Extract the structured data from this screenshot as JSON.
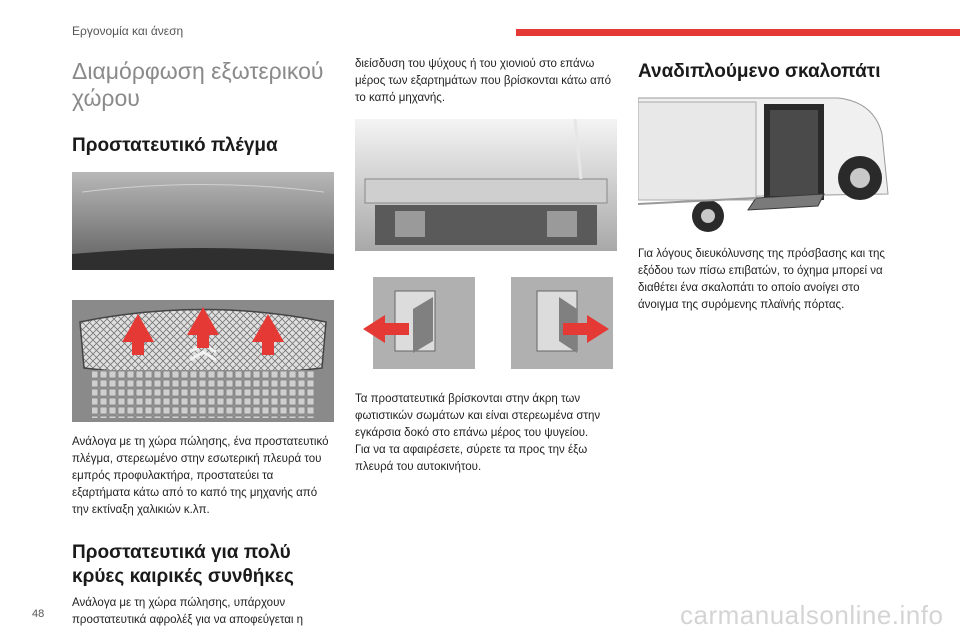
{
  "header": {
    "section": "Εργονομία και άνεση"
  },
  "col1": {
    "title": "Διαμόρφωση εξωτερικού χώρου",
    "grille_heading": "Προστατευτικό πλέγμα",
    "grille_text": "Ανάλογα με τη χώρα πώλησης, ένα προστατευτικό πλέγμα, στερεωμένο στην εσωτερική πλευρά του εμπρός προφυλακτήρα, προστατεύει τα εξαρτήματα κάτω από το καπό της μηχανής από την εκτίναξη χαλικιών κ.λπ.",
    "winter_heading": "Προστατευτικά για πολύ κρύες καιρικές συνθήκες",
    "winter_text": "Ανάλογα με τη χώρα πώλησης, υπάρχουν προστατευτικά αφρολέξ για να αποφεύγεται η"
  },
  "col2": {
    "top_text": "διείσδυση του ψύχους ή του χιονιού στο επάνω μέρος των εξαρτημάτων που βρίσκονται κάτω από το καπό μηχανής.",
    "bottom_text_1": "Τα προστατευτικά βρίσκονται στην άκρη των φωτιστικών σωμάτων και είναι στερεωμένα στην εγκάρσια δοκό στο επάνω μέρος του ψυγείου.",
    "bottom_text_2": "Για να τα αφαιρέσετε, σύρετε τα προς την έξω πλευρά του αυτοκινήτου."
  },
  "col3": {
    "heading": "Αναδιπλούμενο σκαλοπάτι",
    "text": "Για λόγους διευκόλυνσης της πρόσβασης και της εξόδου των πίσω επιβατών, το όχημα μπορεί να διαθέτει ένα σκαλοπάτι το οποίο ανοίγει στο άνοιγμα της συρόμενης πλαϊνής πόρτας."
  },
  "footer": {
    "page_number": "48",
    "watermark": "carmanualsonline.info"
  },
  "colors": {
    "accent": "#e53935",
    "arrow": "#e53935"
  }
}
